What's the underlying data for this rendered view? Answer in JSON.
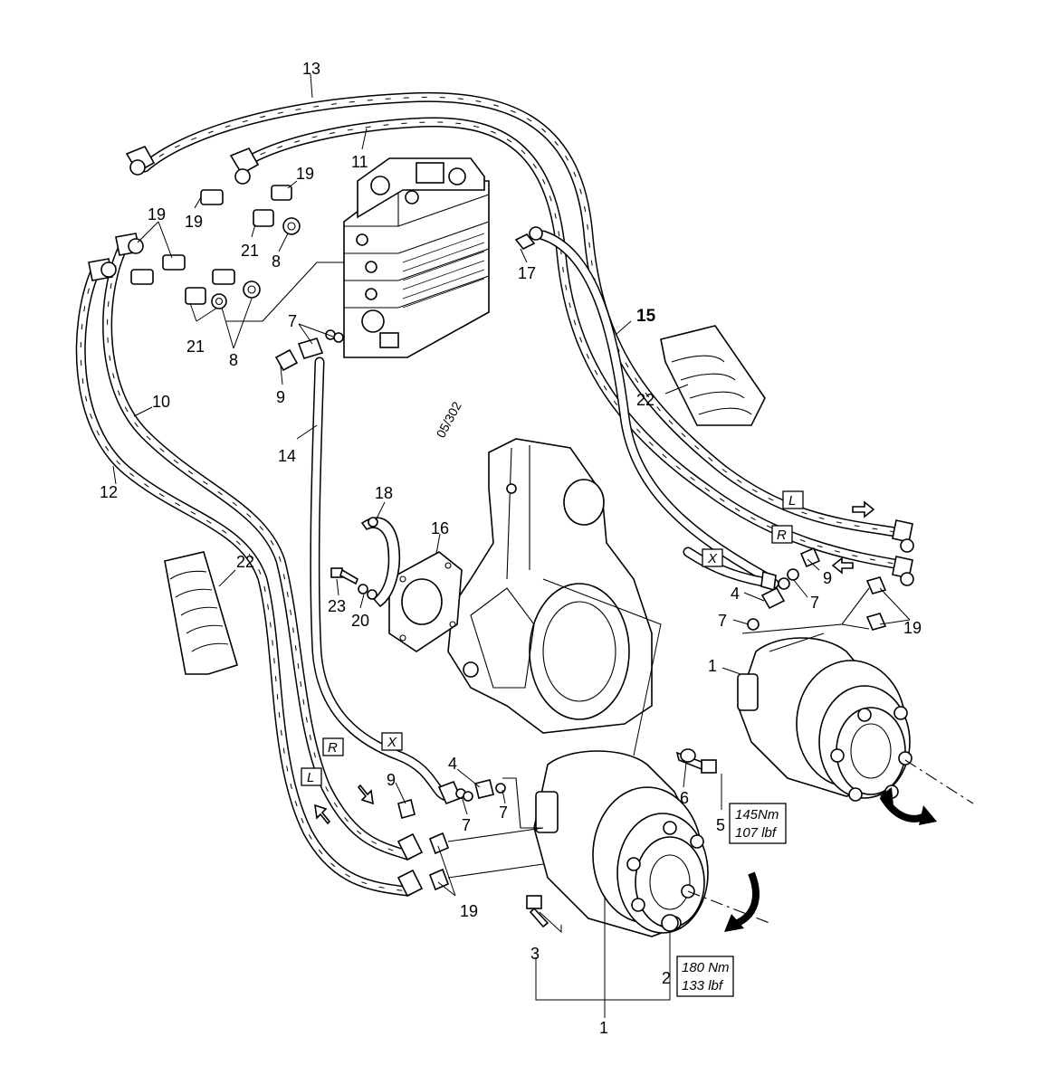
{
  "figure_code": "05/302",
  "part_labels": {
    "p1": "1",
    "p2": "2",
    "p3": "3",
    "p4": "4",
    "p5": "5",
    "p6": "6",
    "p7": "7",
    "p8": "8",
    "p9": "9",
    "p10": "10",
    "p11": "11",
    "p12": "12",
    "p13": "13",
    "p14": "14",
    "p15": "15",
    "p16": "16",
    "p17": "17",
    "p18": "18",
    "p19": "19",
    "p20": "20",
    "p21": "21",
    "p22": "22",
    "p23": "23"
  },
  "port_tags": {
    "L": "L",
    "R": "R",
    "X": "X"
  },
  "torque_specs": {
    "bolt5": {
      "nm": "145Nm",
      "lbf": "107 lbf"
    },
    "nut2": {
      "nm": "180 Nm",
      "lbf": "133 lbf"
    }
  }
}
